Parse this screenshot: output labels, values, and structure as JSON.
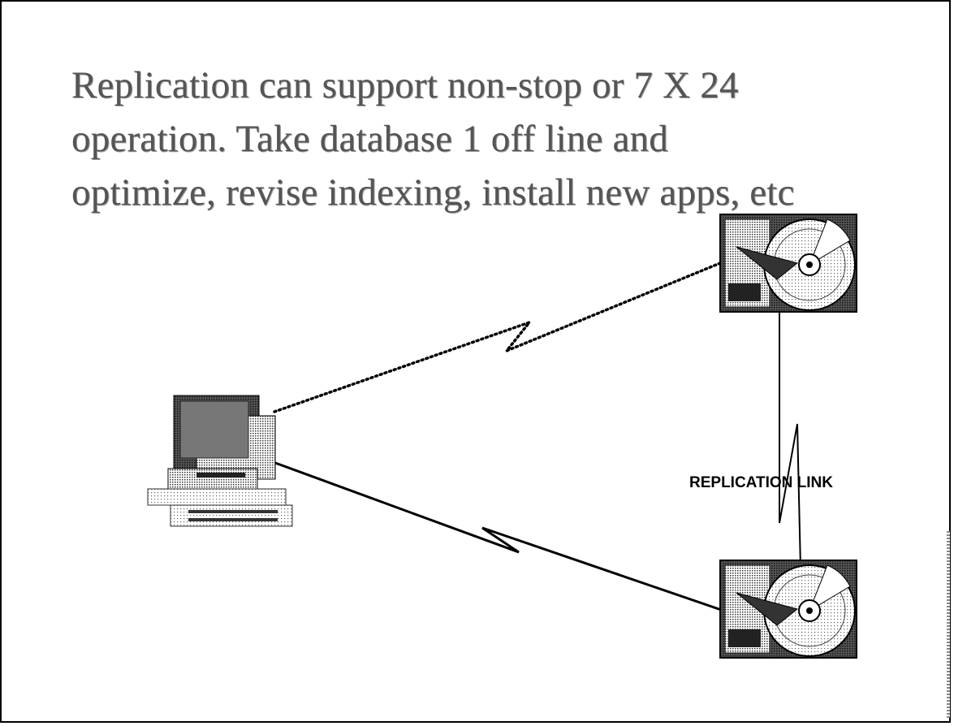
{
  "slide": {
    "title_lines": [
      "Replication can support non-stop or 7 X 24",
      "operation. Take database 1 off line and",
      "optimize, revise indexing, install new apps, etc"
    ]
  },
  "diagram": {
    "link_label": "REPLICATION LINK",
    "nodes": [
      {
        "id": "workstation",
        "icon": "computer-workstation-icon"
      },
      {
        "id": "database-1",
        "icon": "hard-disk-icon"
      },
      {
        "id": "database-2",
        "icon": "hard-disk-icon"
      }
    ],
    "edges": [
      {
        "from": "workstation",
        "to": "database-1",
        "style": "dotted"
      },
      {
        "from": "workstation",
        "to": "database-2",
        "style": "solid"
      },
      {
        "from": "database-1",
        "to": "database-2",
        "style": "solid"
      }
    ]
  }
}
